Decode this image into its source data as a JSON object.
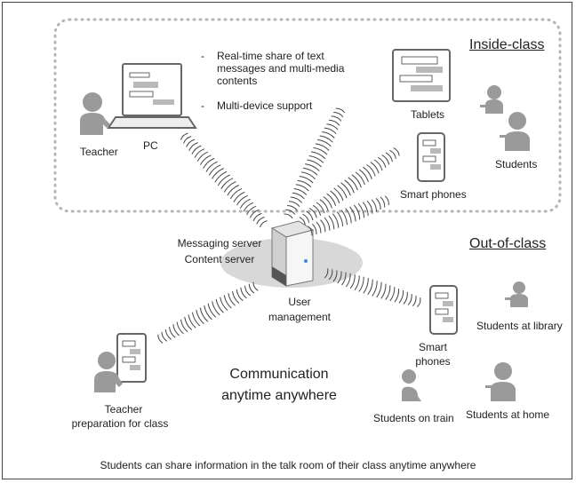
{
  "labels": {
    "inside_class": "Inside-class",
    "out_of_class": "Out-of-class",
    "bullets": [
      "Real-time share of text messages and multi-media contents",
      "Multi-device support"
    ],
    "bullet_dash": "-",
    "teacher": "Teacher",
    "pc": "PC",
    "tablets": "Tablets",
    "smart_phones": "Smart phones",
    "students": "Students",
    "server_line1": "Messaging server",
    "server_line2": "Content server",
    "user_line1": "User",
    "user_line2": "management",
    "smart_phones2_line1": "Smart",
    "smart_phones2_line2": "phones",
    "students_library": "Students at library",
    "students_home": "Students at home",
    "students_train": "Students on train",
    "communication_line1": "Communication",
    "communication_line2": "anytime anywhere",
    "teacher_prep_line1": "Teacher",
    "teacher_prep_line2": "preparation for class",
    "footer": "Students can share information in the talk room of their class anytime anywhere"
  },
  "colors": {
    "person": "#9a9a9a",
    "device_outline": "#666666",
    "accent_block": "#b9b9b9",
    "dotted_border": "#b5b5b5",
    "server_shadow": "#d8d8d8"
  }
}
